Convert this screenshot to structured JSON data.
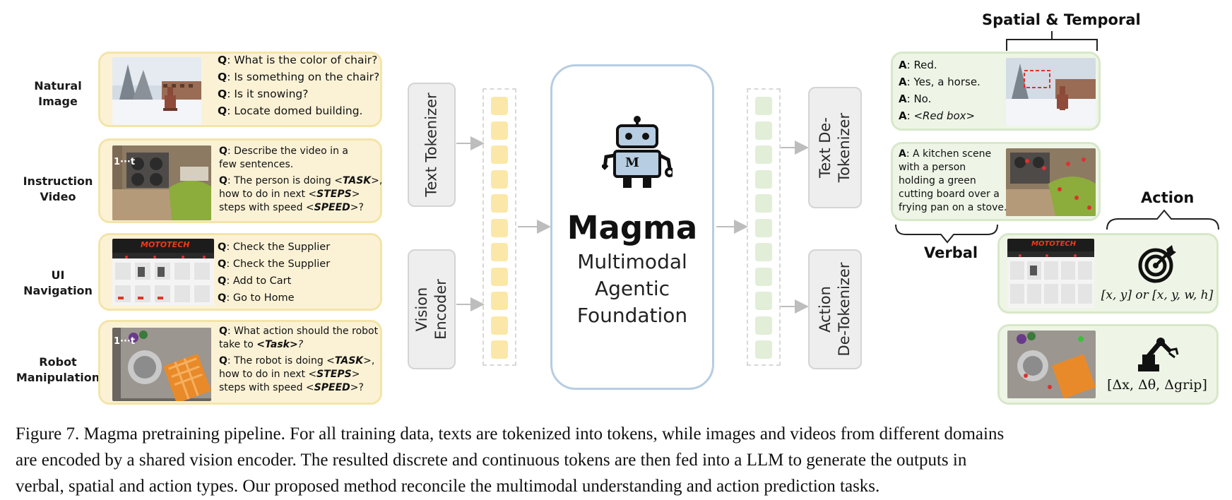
{
  "rows": [
    {
      "label_line1": "Natural",
      "label_line2": "Image"
    },
    {
      "label_line1": "Instruction",
      "label_line2": "Video"
    },
    {
      "label_line1": "UI",
      "label_line2": "Navigation"
    },
    {
      "label_line1": "Robot",
      "label_line2": "Manipulation"
    }
  ],
  "natural_image": {
    "q1": "What is the color of chair?",
    "q2": "Is something on the chair?",
    "q3": "Is it snowing?",
    "q4": "Locate domed building."
  },
  "instruction_video": {
    "frame_label": "1···t",
    "q1a": "Describe the video in a",
    "q1b": "few sentences.",
    "q2a_pre": "The person is doing <",
    "q2a_task": "TASK",
    "q2a_post": ">,",
    "q2b_pre": "how to do in next <",
    "q2b_steps": "STEPS",
    "q2b_post": ">",
    "q2c_pre": "steps with speed <",
    "q2c_speed": "SPEED",
    "q2c_post": ">?"
  },
  "ui_navigation": {
    "logo": "MOTOTECH",
    "q1": "Check the Supplier",
    "q2": "Check the Supplier",
    "q3": "Add to Cart",
    "q4": "Go to Home"
  },
  "robot": {
    "frame_label": "1···t",
    "q1a": "What action should the robot",
    "q1b_pre": "take to ",
    "q1b_task": "<Task>",
    "q1b_post": "?",
    "q2a_pre": "The robot is doing <",
    "q2a_task": "TASK",
    "q2a_post": ">,",
    "q2b_pre": "how to do in next <",
    "q2b_steps": "STEPS",
    "q2b_post": ">",
    "q2c_pre": "steps with speed <",
    "q2c_speed": "SPEED",
    "q2c_post": ">?"
  },
  "q_prefix": "Q",
  "a_prefix": "A",
  "tokenizers": {
    "text_tokenizer": "Text Tokenizer",
    "vision_encoder_1": "Vision",
    "vision_encoder_2": "Encoder",
    "text_detok_1": "Text De-",
    "text_detok_2": "Tokenizer",
    "action_detok_1": "Action",
    "action_detok_2": "De-Tokenizer"
  },
  "model": {
    "robot_letter": "M",
    "title": "Magma",
    "sub1": "Multimodal",
    "sub2": "Agentic",
    "sub3": "Foundation"
  },
  "headings": {
    "spatial_temporal": "Spatial & Temporal",
    "action": "Action",
    "verbal": "Verbal"
  },
  "answers": {
    "a1": "Red.",
    "a2": "Yes, a horse.",
    "a3": "No.",
    "a4": "<Red box>",
    "v1": "A kitchen scene",
    "v2": "with a person",
    "v3": "holding a green",
    "v4": "cutting board over a",
    "v5": "frying pan on a stove."
  },
  "action_outputs": {
    "ui_formula": "[x, y] or [x, y, w, h]",
    "robot_formula": "[Δx, Δθ, Δgrip]"
  },
  "caption": {
    "line1": "Figure 7. Magma pretraining pipeline. For all training data, texts are tokenized into tokens, while images and videos from different domains",
    "line2": "are encoded by a shared vision encoder. The resulted discrete and continuous tokens are then fed into a LLM to generate the outputs in",
    "line3": "verbal, spatial and action types. Our proposed method reconcile the multimodal understanding and action prediction tasks."
  },
  "colors": {
    "input_fill": "#fbf2d6",
    "input_border": "#f4e4a8",
    "output_fill": "#eef5e6",
    "output_border": "#d7e8c8",
    "model_border": "#b6cde2",
    "annotation_red": "#e03030"
  }
}
